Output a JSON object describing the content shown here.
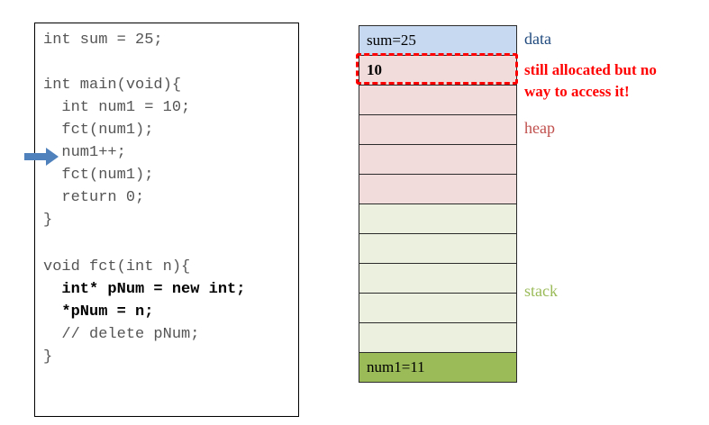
{
  "code": {
    "lines": [
      "int sum = 25;",
      "int main(void){",
      "  int num1 = 10;",
      "  fct(num1);",
      "  num1++;",
      "  fct(num1);",
      "  return 0;",
      "}",
      "void fct(int n){",
      "  int* pNum = new int;",
      "  *pNum = n;",
      "  // delete pNum;",
      "}"
    ],
    "current_line_index": 4,
    "arrow_color": "#4f81bd"
  },
  "memory": {
    "cells": [
      {
        "segment": "data",
        "text": "sum=25"
      },
      {
        "segment": "heap",
        "text": "10"
      },
      {
        "segment": "heap",
        "text": ""
      },
      {
        "segment": "heap",
        "text": ""
      },
      {
        "segment": "heap",
        "text": ""
      },
      {
        "segment": "heap",
        "text": ""
      },
      {
        "segment": "stack",
        "text": ""
      },
      {
        "segment": "stack",
        "text": ""
      },
      {
        "segment": "stack",
        "text": ""
      },
      {
        "segment": "stack",
        "text": ""
      },
      {
        "segment": "stack",
        "text": ""
      },
      {
        "segment": "stack",
        "text": "num1=11"
      }
    ],
    "labels": {
      "data": "data",
      "heap": "heap",
      "stack": "stack"
    },
    "leak_note": {
      "line1": "still allocated but no",
      "line2": "way to access it!"
    },
    "colors": {
      "data": "#c6d9f1",
      "heap": "#f2dcdb",
      "stack": "#ebf1de",
      "stack_top": "#9bbb59",
      "leak": "#ff0000"
    }
  }
}
